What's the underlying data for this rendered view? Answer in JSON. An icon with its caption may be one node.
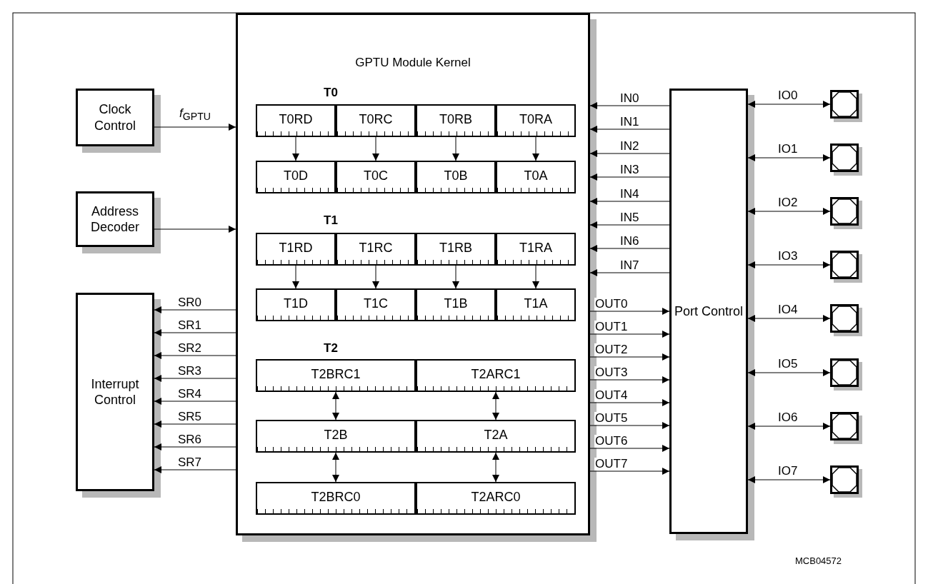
{
  "diagram": {
    "nodes": [
      {
        "text": [
          "Clock Control"
        ]
      },
      {
        "text": [
          "Address Decoder"
        ]
      },
      {
        "text": [
          "Interrupt Control"
        ]
      },
      {
        "text": [
          "GPTU Module Kernel"
        ]
      },
      {
        "text": [
          "T0RD"
        ],
        "in": 3
      },
      {
        "text": [
          "T0RC"
        ],
        "in": 3
      },
      {
        "text": [
          "T0RB"
        ],
        "in": 3
      },
      {
        "text": [
          "T0RA"
        ],
        "in": 3
      },
      {
        "text": [
          "T0D"
        ],
        "in": 3
      },
      {
        "text": [
          "T0C"
        ],
        "in": 3
      },
      {
        "text": [
          "T0B"
        ],
        "in": 3
      },
      {
        "text": [
          "T0A"
        ],
        "in": 3
      },
      {
        "text": [
          "T1RD"
        ],
        "in": 3
      },
      {
        "text": [
          "T1RC"
        ],
        "in": 3
      },
      {
        "text": [
          "T1RB"
        ],
        "in": 3
      },
      {
        "text": [
          "T1RA"
        ],
        "in": 3
      },
      {
        "text": [
          "T1D"
        ],
        "in": 3
      },
      {
        "text": [
          "T1C"
        ],
        "in": 3
      },
      {
        "text": [
          "T1B"
        ],
        "in": 3
      },
      {
        "text": [
          "T1A"
        ],
        "in": 3
      },
      {
        "text": [
          "T2BRC1"
        ],
        "in": 3
      },
      {
        "text": [
          "T2ARC1"
        ],
        "in": 3
      },
      {
        "text": [
          "T2B"
        ],
        "in": 3
      },
      {
        "text": [
          "T2A"
        ],
        "in": 3
      },
      {
        "text": [
          "T2BRC0"
        ],
        "in": 3
      },
      {
        "text": [
          "T2ARC0"
        ],
        "in": 3
      },
      {
        "text": [
          "Port Control"
        ]
      },
      {
        "text": [],
        "shape": "octagon"
      },
      {
        "text": [],
        "shape": "octagon"
      },
      {
        "text": [],
        "shape": "octagon"
      },
      {
        "text": [],
        "shape": "octagon"
      },
      {
        "text": [],
        "shape": "octagon"
      },
      {
        "text": [],
        "shape": "octagon"
      },
      {
        "text": [],
        "shape": "octagon"
      },
      {
        "text": [],
        "shape": "octagon"
      }
    ],
    "edges": [
      {
        "from": 0,
        "to": 3,
        "arrow": "to",
        "label": "*f*$_{GPTU}$"
      },
      {
        "from": 1,
        "to": 3,
        "arrow": "to"
      },
      {
        "from": 4,
        "to": 8,
        "arrow": "to"
      },
      {
        "from": 5,
        "to": 9,
        "arrow": "to"
      },
      {
        "from": 6,
        "to": 10,
        "arrow": "to"
      },
      {
        "from": 7,
        "to": 11,
        "arrow": "to"
      },
      {
        "from": 12,
        "to": 16,
        "arrow": "to"
      },
      {
        "from": 13,
        "to": 17,
        "arrow": "to"
      },
      {
        "from": 14,
        "to": 18,
        "arrow": "to"
      },
      {
        "from": 15,
        "to": 19,
        "arrow": "to"
      },
      {
        "from": 20,
        "to": 22,
        "arrow": "both"
      },
      {
        "from": 21,
        "to": 23,
        "arrow": "both"
      },
      {
        "from": 22,
        "to": 24,
        "arrow": "both"
      },
      {
        "from": 23,
        "to": 25,
        "arrow": "both"
      },
      {
        "from": 26,
        "to": 3,
        "arrow": "to",
        "label": "IN0"
      },
      {
        "from": 26,
        "to": 3,
        "arrow": "to",
        "label": "IN1"
      },
      {
        "from": 26,
        "to": 3,
        "arrow": "to",
        "label": "IN2"
      },
      {
        "from": 26,
        "to": 3,
        "arrow": "to",
        "label": "IN3"
      },
      {
        "from": 26,
        "to": 3,
        "arrow": "to",
        "label": "IN4"
      },
      {
        "from": 26,
        "to": 3,
        "arrow": "to",
        "label": "IN5"
      },
      {
        "from": 26,
        "to": 3,
        "arrow": "to",
        "label": "IN6"
      },
      {
        "from": 26,
        "to": 3,
        "arrow": "to",
        "label": "IN7"
      },
      {
        "from": 3,
        "to": 26,
        "arrow": "to",
        "label": "OUT0"
      },
      {
        "from": 3,
        "to": 26,
        "arrow": "to",
        "label": "OUT1"
      },
      {
        "from": 3,
        "to": 26,
        "arrow": "to",
        "label": "OUT2"
      },
      {
        "from": 3,
        "to": 26,
        "arrow": "to",
        "label": "OUT3"
      },
      {
        "from": 3,
        "to": 26,
        "arrow": "to",
        "label": "OUT4"
      },
      {
        "from": 3,
        "to": 26,
        "arrow": "to",
        "label": "OUT5"
      },
      {
        "from": 3,
        "to": 26,
        "arrow": "to",
        "label": "OUT6"
      },
      {
        "from": 3,
        "to": 26,
        "arrow": "to",
        "label": "OUT7"
      },
      {
        "from": 3,
        "to": 2,
        "arrow": "to",
        "label": "SR0"
      },
      {
        "from": 3,
        "to": 2,
        "arrow": "to",
        "label": "SR1"
      },
      {
        "from": 3,
        "to": 2,
        "arrow": "to",
        "label": "SR2"
      },
      {
        "from": 3,
        "to": 2,
        "arrow": "to",
        "label": "SR3"
      },
      {
        "from": 3,
        "to": 2,
        "arrow": "to",
        "label": "SR4"
      },
      {
        "from": 3,
        "to": 2,
        "arrow": "to",
        "label": "SR5"
      },
      {
        "from": 3,
        "to": 2,
        "arrow": "to",
        "label": "SR6"
      },
      {
        "from": 3,
        "to": 2,
        "arrow": "to",
        "label": "SR7"
      },
      {
        "from": 26,
        "to": 27,
        "arrow": "both",
        "label": "IO0"
      },
      {
        "from": 26,
        "to": 28,
        "arrow": "both",
        "label": "IO1"
      },
      {
        "from": 26,
        "to": 29,
        "arrow": "both",
        "label": "IO2"
      },
      {
        "from": 26,
        "to": 30,
        "arrow": "both",
        "label": "IO3"
      },
      {
        "from": 26,
        "to": 31,
        "arrow": "both",
        "label": "IO4"
      },
      {
        "from": 26,
        "to": 32,
        "arrow": "both",
        "label": "IO5"
      },
      {
        "from": 26,
        "to": 33,
        "arrow": "both",
        "label": "IO6"
      },
      {
        "from": 26,
        "to": 34,
        "arrow": "both",
        "label": "IO7"
      }
    ],
    "labels": [
      "T0",
      "T1",
      "T2",
      "MCB04572"
    ]
  }
}
